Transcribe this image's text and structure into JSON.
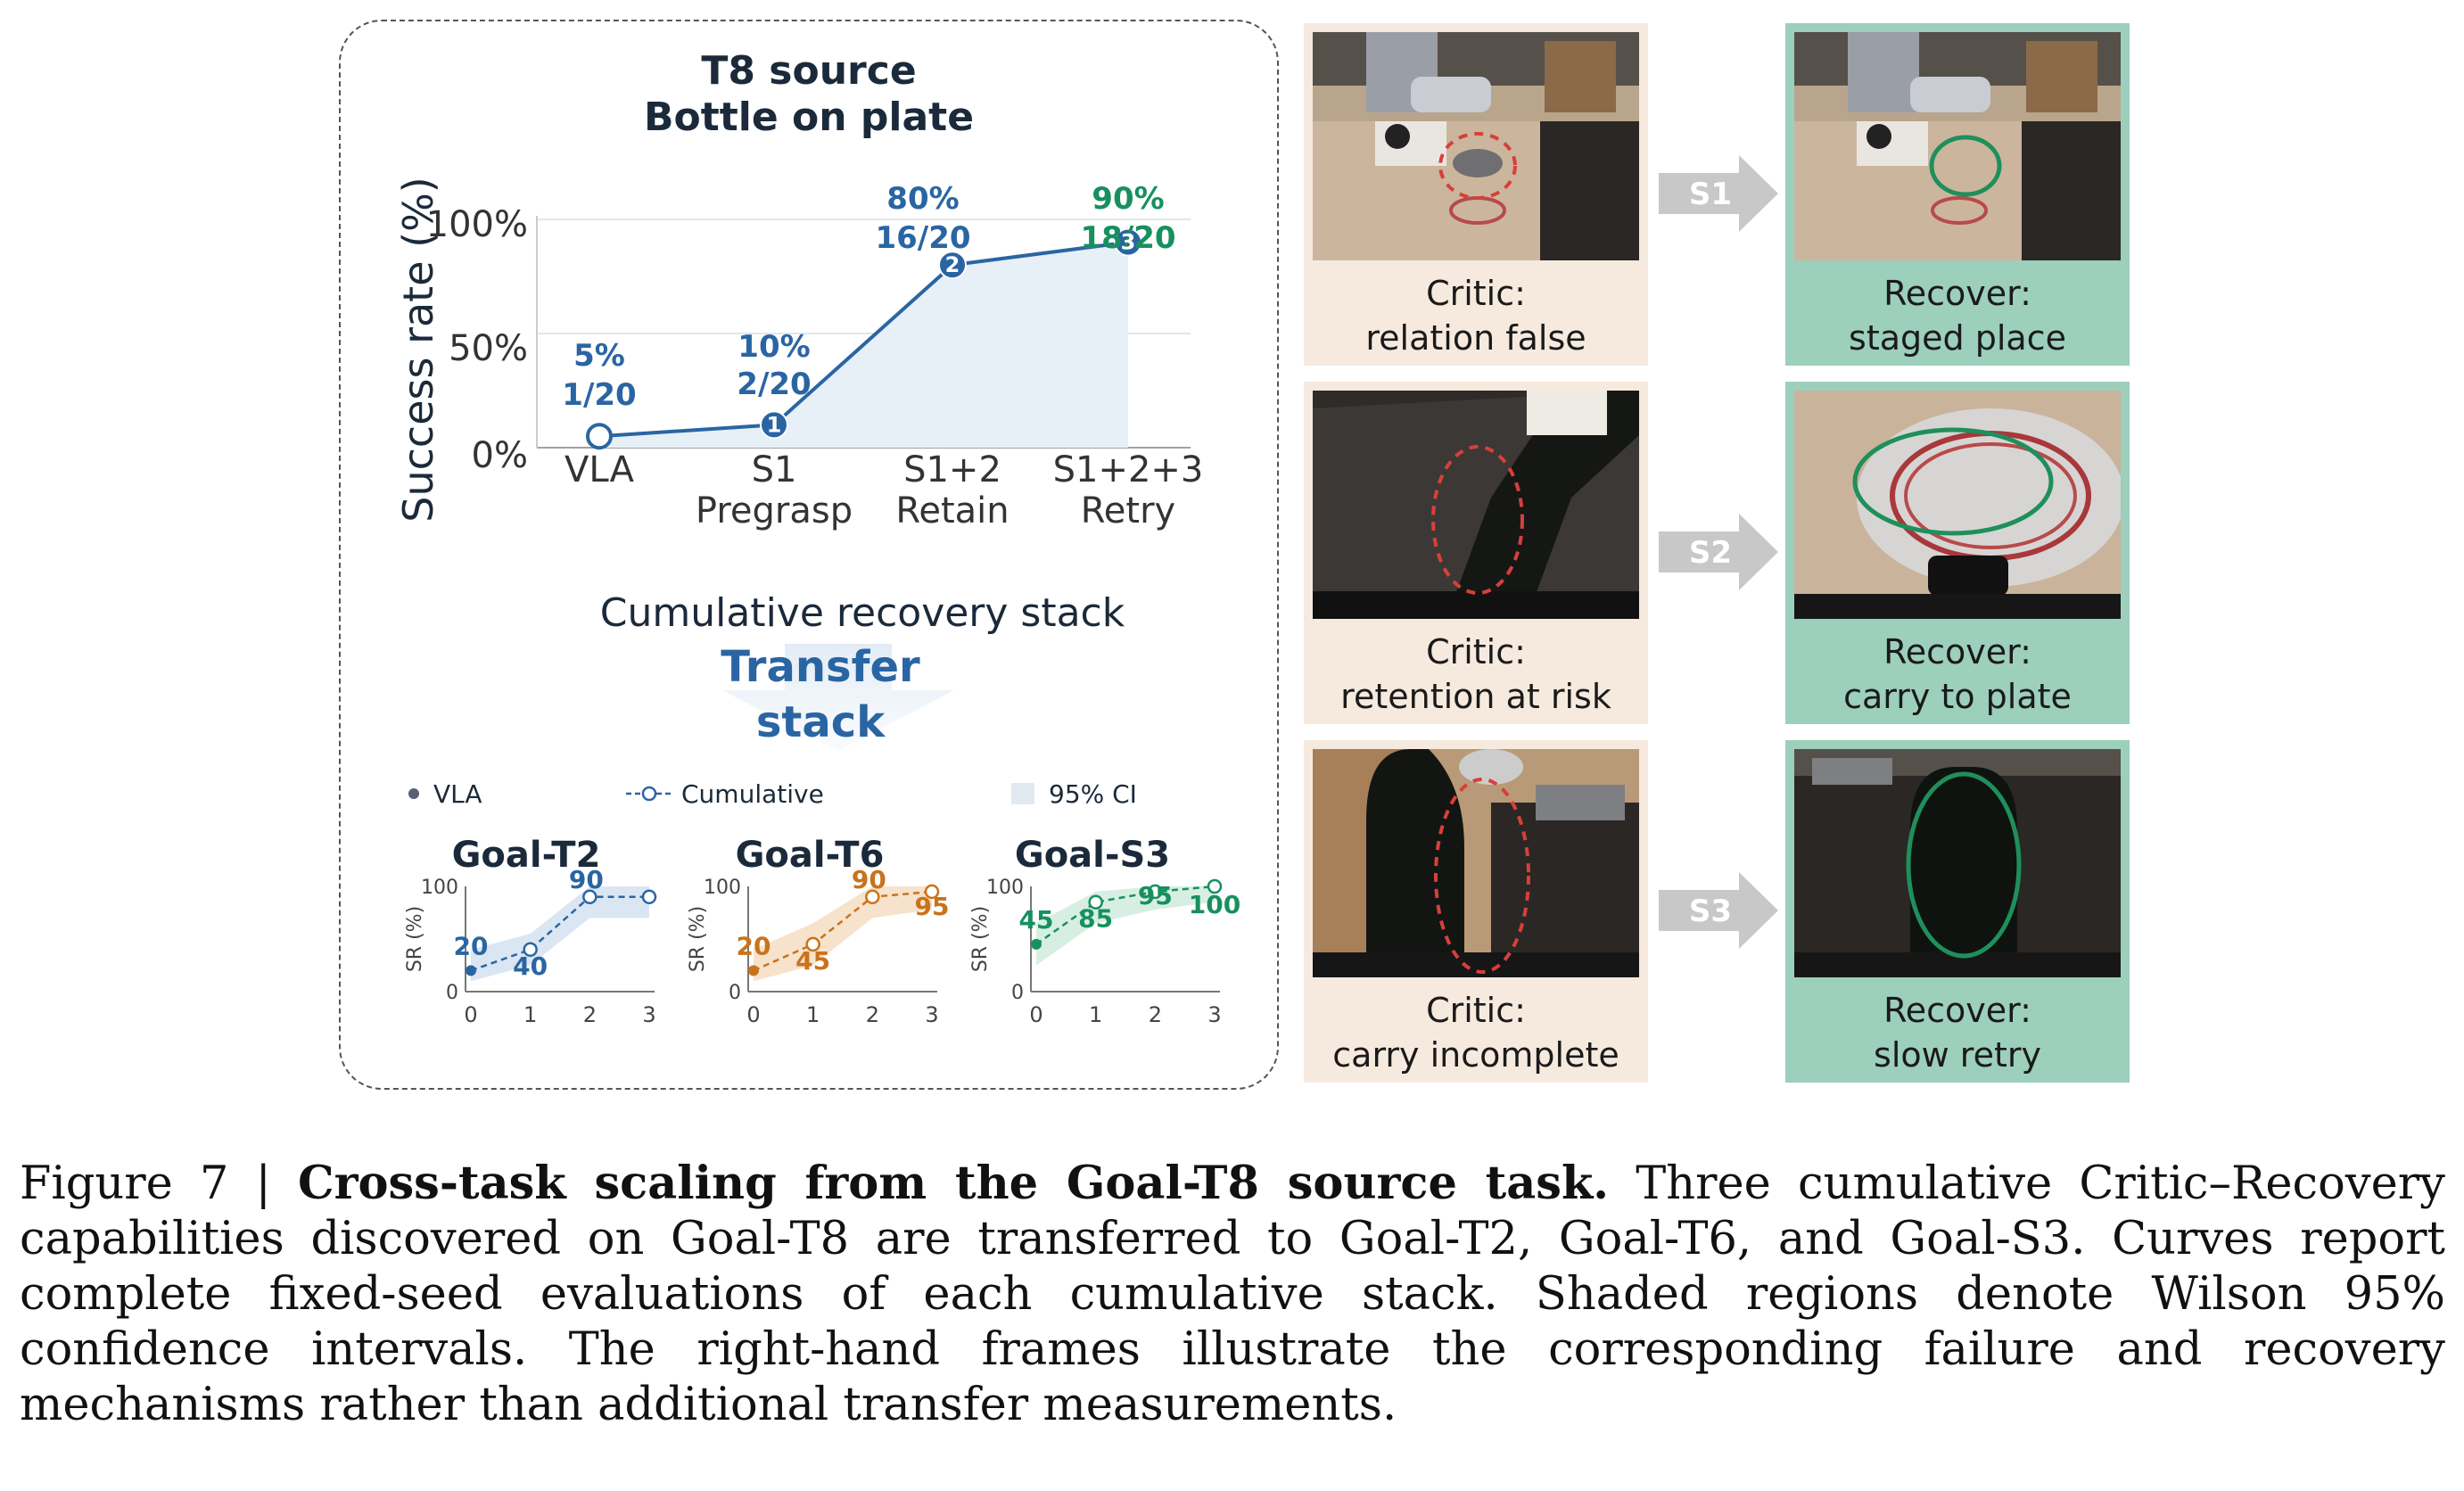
{
  "main_chart": {
    "title_line1": "T8 source",
    "title_line2": "Bottle on plate",
    "ylabel": "Success rate (%)",
    "yticks": [
      "0%",
      "50%",
      "100%"
    ],
    "categories": [
      {
        "line1": "VLA",
        "line2": ""
      },
      {
        "line1": "S1",
        "line2": "Pregrasp"
      },
      {
        "line1": "S1+2",
        "line2": "Retain"
      },
      {
        "line1": "S1+2+3",
        "line2": "Retry"
      }
    ],
    "points": [
      {
        "pct": "5%",
        "frac": "1/20",
        "marker": ""
      },
      {
        "pct": "10%",
        "frac": "2/20",
        "marker": "1"
      },
      {
        "pct": "80%",
        "frac": "16/20",
        "marker": "2"
      },
      {
        "pct": "90%",
        "frac": "18/20",
        "marker": "3"
      }
    ],
    "colors": {
      "line": "#2a65a3",
      "last": "#17905f",
      "fill": "#e7eff7"
    }
  },
  "transfer": {
    "header": "Cumulative recovery stack",
    "arrow_label_1": "Transfer",
    "arrow_label_2": "stack"
  },
  "legend": {
    "vla": "VLA",
    "cumulative": "Cumulative",
    "ci": "95% CI",
    "vla_glyph": "●",
    "cumulative_glyph": "-○-"
  },
  "chart_data": [
    {
      "type": "line",
      "title": "T8 source Bottle on plate",
      "xlabel": "",
      "ylabel": "Success rate (%)",
      "categories": [
        "VLA",
        "S1 Pregrasp",
        "S1+2 Retain",
        "S1+2+3 Retry"
      ],
      "values": [
        5,
        10,
        80,
        90
      ],
      "labels": [
        "1/20",
        "2/20",
        "16/20",
        "18/20"
      ],
      "ylim": [
        0,
        100
      ],
      "grid": true
    },
    {
      "type": "line",
      "title": "Goal-T2",
      "ylabel": "SR (%)",
      "x": [
        0,
        1,
        2,
        3
      ],
      "values": [
        20,
        40,
        90,
        90
      ],
      "point_labels": [
        "20",
        "40",
        "90",
        ""
      ],
      "ci_lower": [
        10,
        25,
        70,
        70
      ],
      "ci_upper": [
        40,
        55,
        100,
        100
      ],
      "ylim": [
        0,
        100
      ],
      "color": "#2a65a3",
      "ci_color": "#dbe6f3"
    },
    {
      "type": "line",
      "title": "Goal-T6",
      "ylabel": "SR (%)",
      "x": [
        0,
        1,
        2,
        3
      ],
      "values": [
        20,
        45,
        90,
        95
      ],
      "point_labels": [
        "20",
        "45",
        "90",
        "95"
      ],
      "ci_lower": [
        10,
        25,
        70,
        78
      ],
      "ci_upper": [
        40,
        65,
        100,
        100
      ],
      "ylim": [
        0,
        100
      ],
      "color": "#c9731c",
      "ci_color": "#f7e2cb"
    },
    {
      "type": "line",
      "title": "Goal-S3",
      "ylabel": "SR (%)",
      "x": [
        0,
        1,
        2,
        3
      ],
      "values": [
        45,
        85,
        95,
        100
      ],
      "point_labels": [
        "45",
        "85",
        "95",
        "100"
      ],
      "ci_lower": [
        25,
        65,
        78,
        85
      ],
      "ci_upper": [
        65,
        95,
        100,
        100
      ],
      "ylim": [
        0,
        100
      ],
      "color": "#17905f",
      "ci_color": "#d6efe2"
    }
  ],
  "small_axis_ticks": {
    "x": [
      "0",
      "1",
      "2",
      "3"
    ],
    "y": [
      "0",
      "100"
    ]
  },
  "rows": [
    {
      "arrow": "S1",
      "critic_l1": "Critic:",
      "critic_l2": "relation false",
      "recover_l1": "Recover:",
      "recover_l2": "staged place"
    },
    {
      "arrow": "S2",
      "critic_l1": "Critic:",
      "critic_l2": "retention at risk",
      "recover_l1": "Recover:",
      "recover_l2": "carry to plate"
    },
    {
      "arrow": "S3",
      "critic_l1": "Critic:",
      "critic_l2": "carry incomplete",
      "recover_l1": "Recover:",
      "recover_l2": "slow retry"
    }
  ],
  "figure_caption": {
    "label": "Figure 7 |",
    "title": "Cross-task scaling from the Goal-T8 source task.",
    "body": "Three cumulative Critic–Recovery capabilities discovered on Goal-T8 are transferred to Goal-T2, Goal-T6, and Goal-S3. Curves report complete fixed-seed evaluations of each cumulative stack. Shaded regions denote Wilson 95% confidence intervals. The right-hand frames illustrate the corresponding failure and recovery mechanisms rather than additional transfer measurements."
  }
}
